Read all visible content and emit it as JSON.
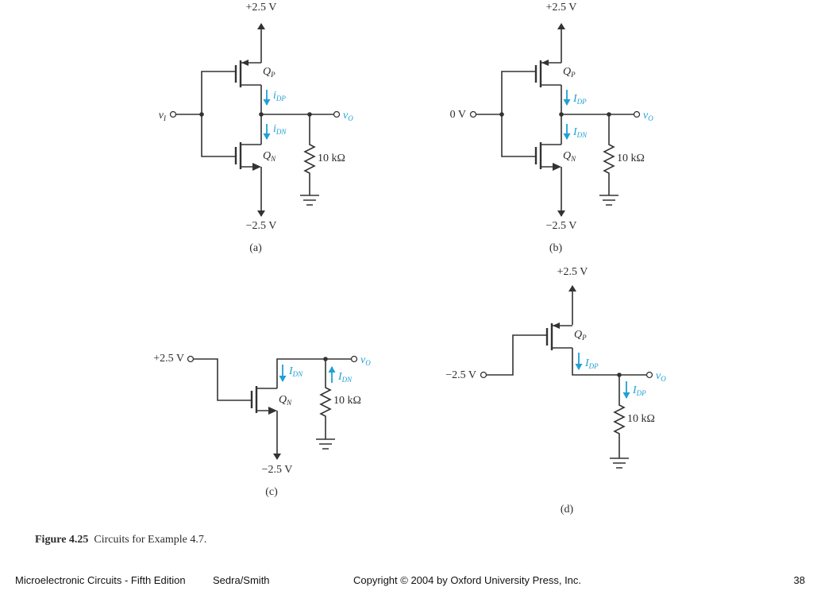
{
  "circuits": {
    "a": {
      "vdd": "+2.5 V",
      "vss": "−2.5 V",
      "input": "v",
      "input_sub": "I",
      "qp": "Q",
      "qp_sub": "P",
      "qn": "Q",
      "qn_sub": "N",
      "i_dp": "i",
      "i_dp_sub": "DP",
      "i_dn": "i",
      "i_dn_sub": "DN",
      "vo": "v",
      "vo_sub": "O",
      "r": "10 kΩ",
      "label": "(a)"
    },
    "b": {
      "vdd": "+2.5 V",
      "vss": "−2.5 V",
      "input": "0 V",
      "qp": "Q",
      "qp_sub": "P",
      "qn": "Q",
      "qn_sub": "N",
      "i_dp": "I",
      "i_dp_sub": "DP",
      "i_dn": "I",
      "i_dn_sub": "DN",
      "vo": "v",
      "vo_sub": "O",
      "r": "10 kΩ",
      "label": "(b)"
    },
    "c": {
      "input": "+2.5 V",
      "vss": "−2.5 V",
      "qn": "Q",
      "qn_sub": "N",
      "i_dn": "I",
      "i_dn_sub": "DN",
      "i_r": "I",
      "i_r_sub": "DN",
      "vo": "v",
      "vo_sub": "O",
      "r": "10 kΩ",
      "label": "(c)"
    },
    "d": {
      "vdd": "+2.5 V",
      "input": "−2.5 V",
      "qp": "Q",
      "qp_sub": "P",
      "i_dp": "I",
      "i_dp_sub": "DP",
      "i_r": "I",
      "i_r_sub": "DP",
      "vo": "v",
      "vo_sub": "O",
      "r": "10 kΩ",
      "label": "(d)"
    }
  },
  "caption": {
    "figure": "Figure 4.25",
    "text": "Circuits for Example 4.7."
  },
  "footer": {
    "book": "Microelectronic Circuits - Fifth Edition",
    "authors": "Sedra/Smith",
    "copyright": "Copyright © 2004 by Oxford University Press, Inc.",
    "page": "38"
  },
  "colors": {
    "wire": "#333333",
    "current": "#1ea0d6"
  }
}
